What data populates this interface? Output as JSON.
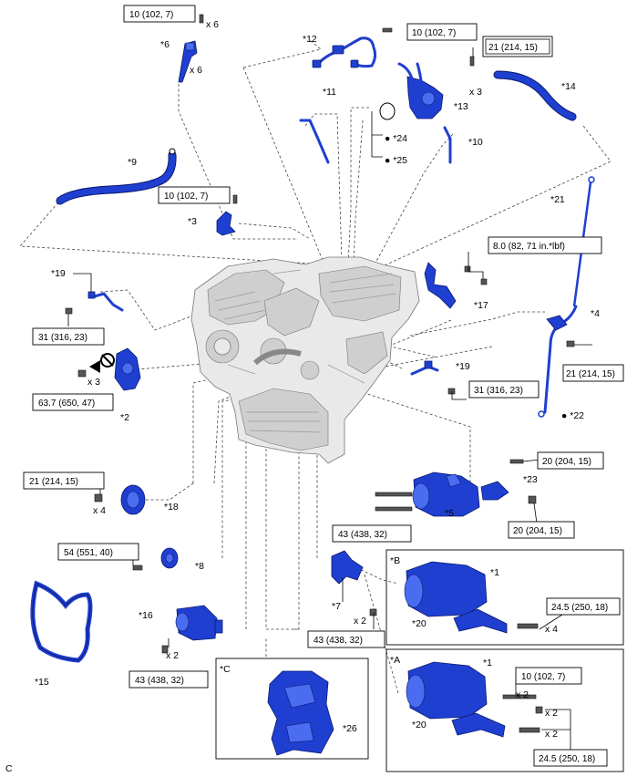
{
  "corner_code": "C",
  "callouts": {
    "c1": "*1",
    "c1b": "*1",
    "c2": "*2",
    "c3": "*3",
    "c4": "*4",
    "c5": "*5",
    "c6": "*6",
    "c7": "*7",
    "c8": "*8",
    "c9": "*9",
    "c10": "*10",
    "c11": "*11",
    "c12": "*12",
    "c13": "*13",
    "c14": "*14",
    "c15": "*15",
    "c16": "*16",
    "c17": "*17",
    "c18": "*18",
    "c19a": "*19",
    "c19b": "*19",
    "c20a": "*20",
    "c20b": "*20",
    "c21": "*21",
    "c22": "● *22",
    "c23": "*23",
    "c24": "● *24",
    "c25": "● *25",
    "c26": "*26"
  },
  "inset_labels": {
    "B": "*B",
    "A": "*A",
    "C": "*C"
  },
  "quantities": {
    "q_x6a": "x 6",
    "q_x6b": "x 6",
    "q_x3a": "x 3",
    "q_x3b": "x 3",
    "q_x4a": "x 4",
    "q_x4b": "x 4",
    "q_x2a": "x 2",
    "q_x2b": "x 2",
    "q_x2c": "x 2",
    "q_x2d": "x 2",
    "q_x2e": "x 2"
  },
  "torques": {
    "t1": "10 (102, 7)",
    "t2": "10 (102, 7)",
    "t3": "21 (214, 15)",
    "t4": "10 (102, 7)",
    "t5": "8.0 (82, 71 in.*lbf)",
    "t6": "31 (316, 23)",
    "t7": "63.7 (650, 47)",
    "t8": "21 (214, 15)",
    "t9": "31 (316, 23)",
    "t10": "20 (204, 15)",
    "t11": "21 (214, 15)",
    "t12": "43 (438, 32)",
    "t13": "20 (204, 15)",
    "t14": "54 (551, 40)",
    "t15": "24.5 (250, 18)",
    "t16": "43 (438, 32)",
    "t17": "43 (438, 32)",
    "t18": "10 (102, 7)",
    "t19": "24.5 (250, 18)"
  },
  "colors": {
    "part": "#1f3fd0",
    "engine": "#e9e9e9",
    "leader": "#444444"
  }
}
